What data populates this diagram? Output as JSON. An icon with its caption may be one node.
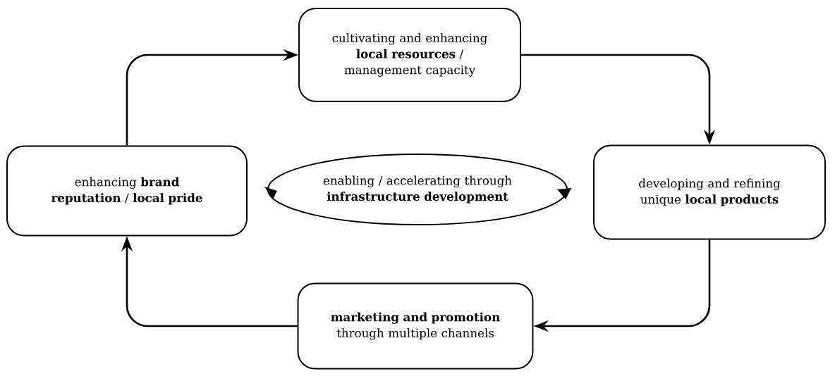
{
  "diagram": {
    "nodes": [
      {
        "text": [
          "cultivating and enhancing **local resources** / management capacity"
        ]
      },
      {
        "text": [
          "developing and refining unique **local products**"
        ]
      },
      {
        "text": [
          "**marketing and promotion** through multiple channels"
        ]
      },
      {
        "text": [
          "enhancing **brand reputation** / **local pride**"
        ]
      },
      {
        "text": [
          "enabling / accelerating through **infrastructure development**"
        ]
      }
    ],
    "edges": [
      {
        "from": 3,
        "to": 0,
        "arrow": "to"
      },
      {
        "from": 0,
        "to": 1,
        "arrow": "to"
      },
      {
        "from": 1,
        "to": 2,
        "arrow": "to"
      },
      {
        "from": 2,
        "to": 3,
        "arrow": "to"
      }
    ]
  }
}
